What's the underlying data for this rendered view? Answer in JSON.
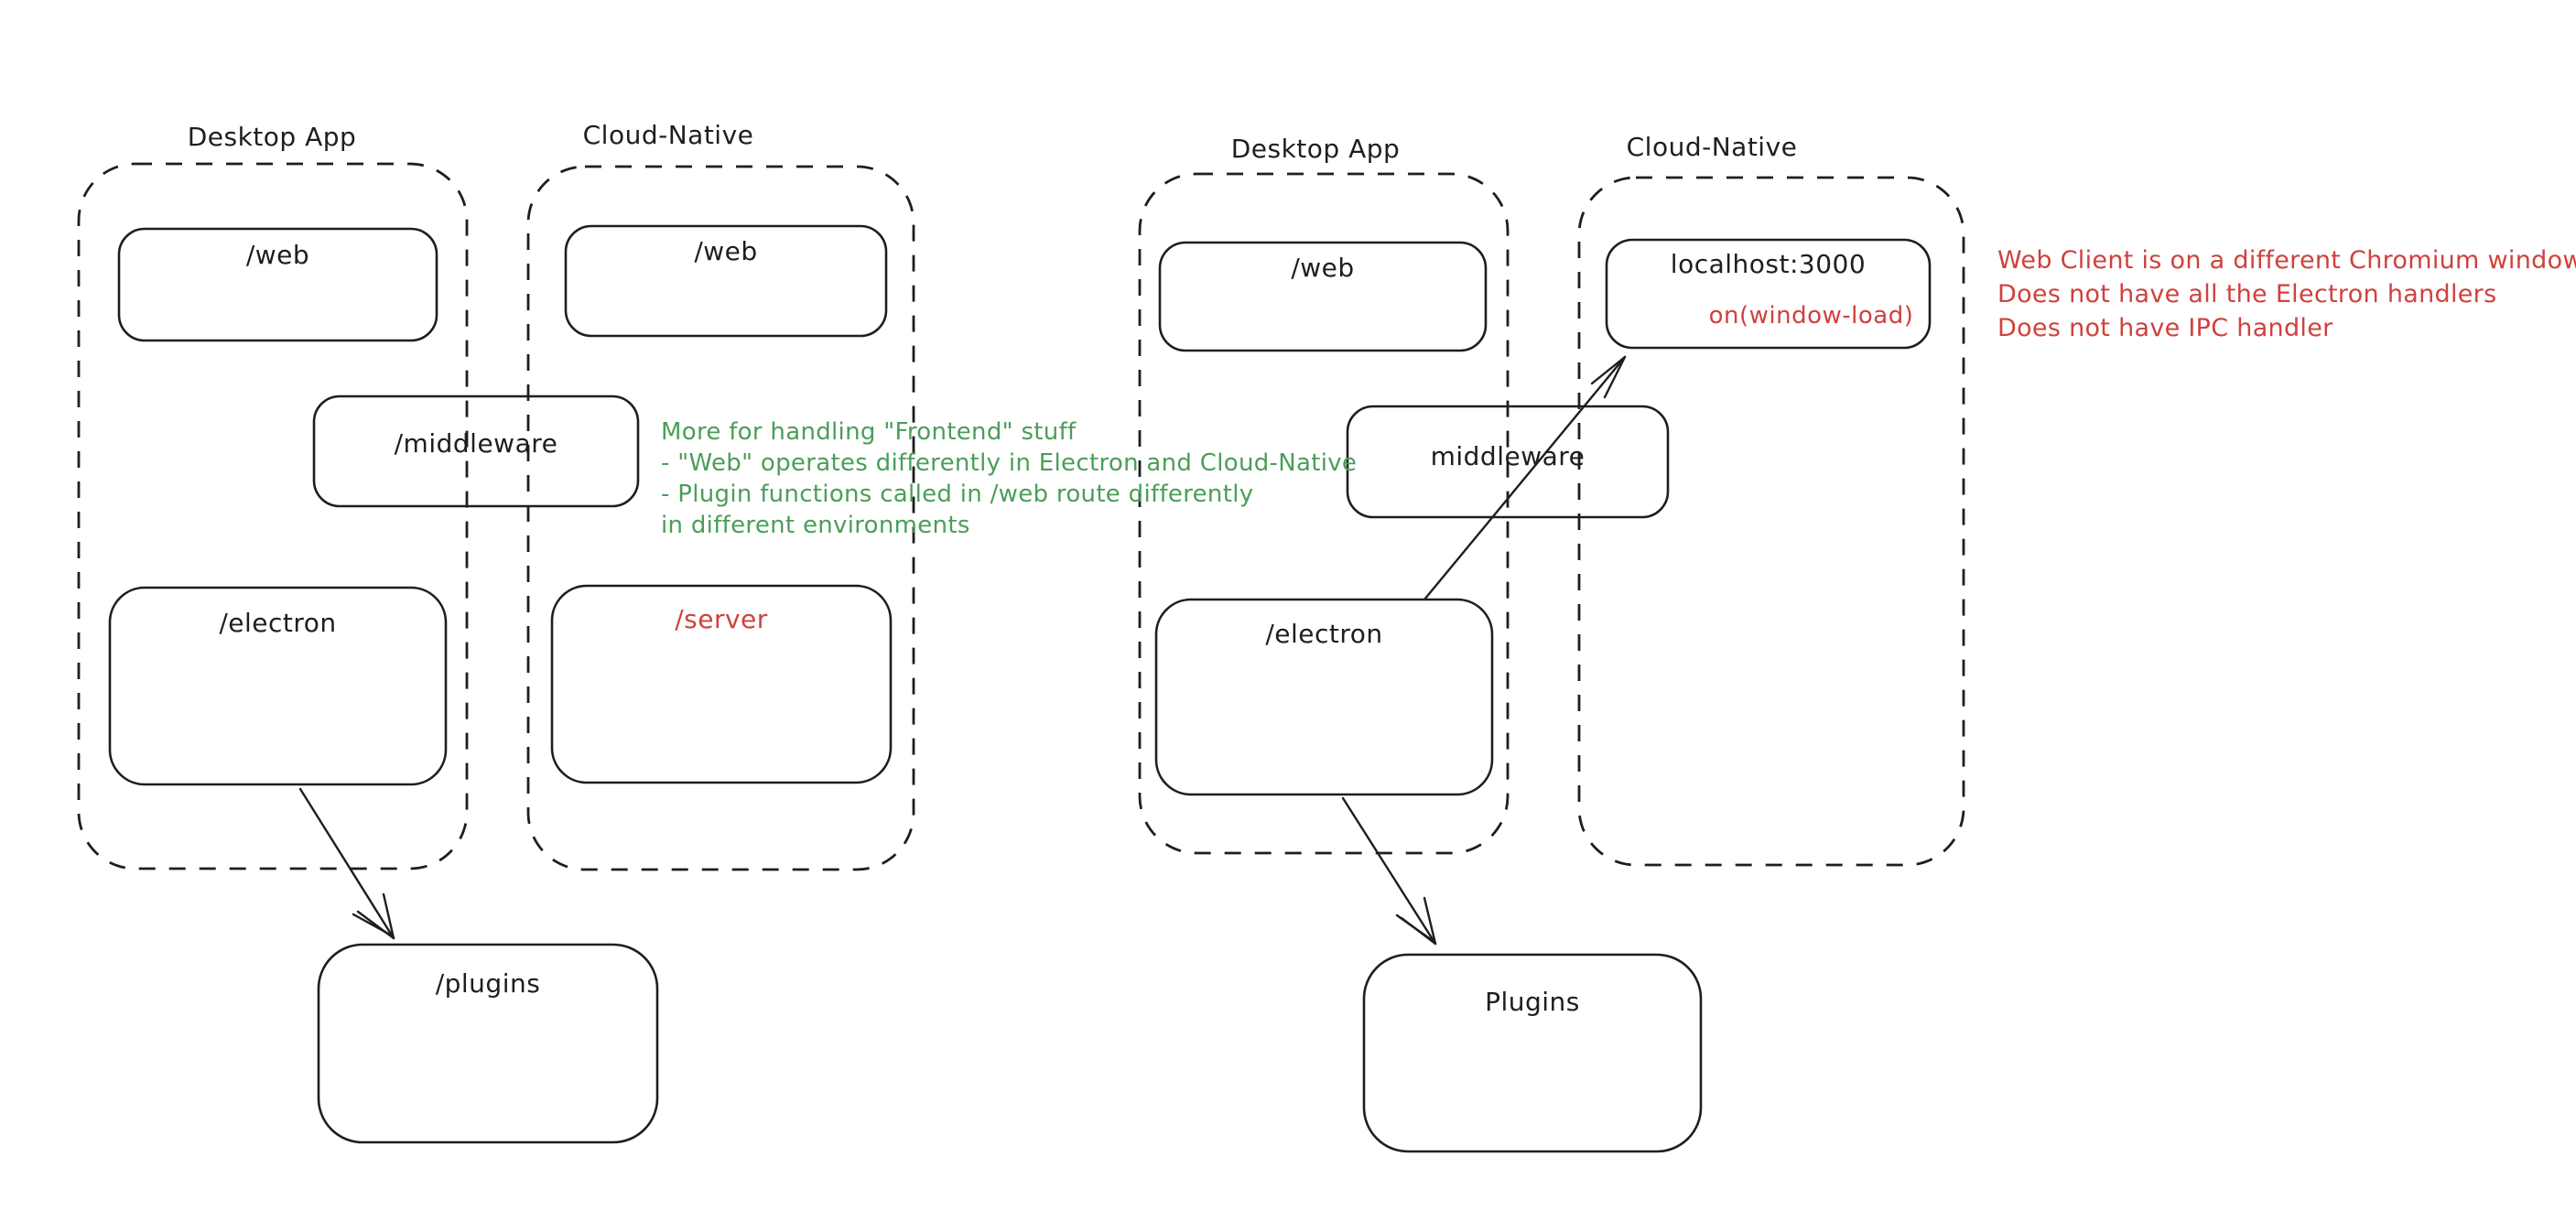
{
  "colors": {
    "stroke": "#1e1e1e",
    "green": "#4a9e58",
    "red": "#cf413d",
    "background": "#ffffff"
  },
  "left": {
    "desktop_title": "Desktop App",
    "cloud_title": "Cloud-Native",
    "web_desktop": "/web",
    "web_cloud": "/web",
    "middleware": "/middleware",
    "electron": "/electron",
    "server": "/server",
    "plugins": "/plugins",
    "note": [
      "More for handling \"Frontend\" stuff",
      "- \"Web\" operates differently in Electron and Cloud-Native",
      "- Plugin functions called in /web route differently",
      "in different environments"
    ]
  },
  "right": {
    "desktop_title": "Desktop App",
    "cloud_title": "Cloud-Native",
    "web_desktop": "/web",
    "localhost": "localhost:3000",
    "window_load": "on(window-load)",
    "middleware": "middleware",
    "electron": "/electron",
    "plugins": "Plugins",
    "note": [
      "Web Client is on a different Chromium window",
      "Does not have all the Electron handlers",
      "Does not have IPC handler"
    ]
  }
}
